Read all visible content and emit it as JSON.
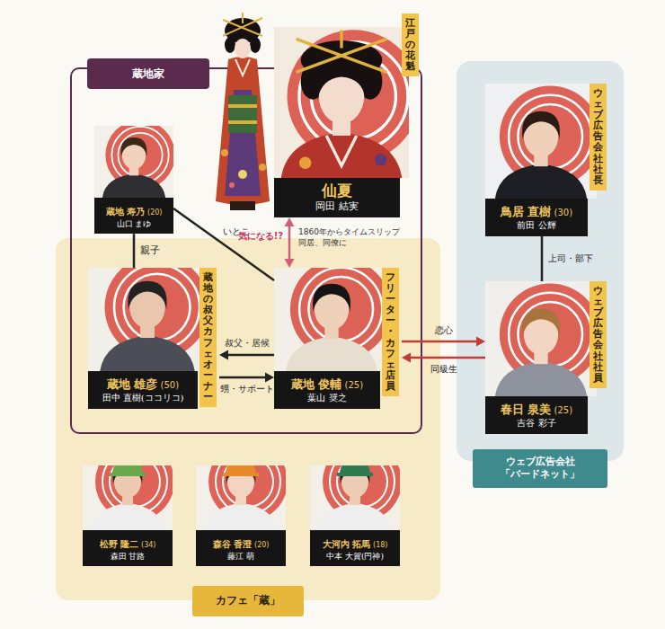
{
  "diagram": {
    "nodes": [
      {
        "text": [
          "蔵地家"
        ]
      },
      {
        "text": [
          "仙夏",
          "岡田 結実",
          "江戸の花魁"
        ]
      },
      {
        "text": [
          "蔵地 寿乃",
          "(20)",
          "山口 まゆ"
        ],
        "in": 0
      },
      {
        "text": [
          "蔵地 雄彦",
          "(50)",
          "田中 直樹(ココリコ)",
          "蔵地の叔父 カフェオーナー"
        ],
        "in": 0
      },
      {
        "text": [
          "蔵地 俊輔",
          "(25)",
          "葉山 奨之",
          "フリーター・カフェ店員"
        ],
        "in": 0
      },
      {
        "text": [
          "ウェブ広告会社「バードネット」"
        ]
      },
      {
        "text": [
          "鳥居 直樹",
          "(30)",
          "前田 公輝",
          "ウェブ広告会社社長"
        ],
        "in": 5
      },
      {
        "text": [
          "春日 泉美",
          "(25)",
          "吉谷 彩子",
          "ウェブ広告会社社員"
        ],
        "in": 5
      },
      {
        "text": [
          "カフェ「蔵」"
        ]
      },
      {
        "text": [
          "松野 隆二",
          "(34)",
          "森田 甘路"
        ],
        "in": 8
      },
      {
        "text": [
          "森谷 香澄",
          "(20)",
          "藤江 萌"
        ],
        "in": 8
      },
      {
        "text": [
          "大河内 拓馬",
          "(18)",
          "中本 大賀(円神)"
        ],
        "in": 8
      }
    ],
    "edges": [
      {
        "from": 2,
        "to": 3,
        "label": "親子",
        "arrow": "none"
      },
      {
        "from": 2,
        "to": 4,
        "label": "いとこ",
        "arrow": "none"
      },
      {
        "from": 1,
        "to": 4,
        "label": "気になる!?",
        "arrow": "both"
      },
      {
        "from": 4,
        "to": 3,
        "label": "叔父・居候",
        "arrow": "to"
      },
      {
        "from": 3,
        "to": 4,
        "label": "甥・サポート",
        "arrow": "to"
      },
      {
        "from": 4,
        "to": 7,
        "label": "恋心",
        "arrow": "to"
      },
      {
        "from": 7,
        "to": 4,
        "label": "同級生",
        "arrow": "to"
      },
      {
        "from": 6,
        "to": 7,
        "label": "上司・部下",
        "arrow": "none"
      }
    ],
    "labels": [
      "1860年からタイムスリップ 同居、同僚に"
    ]
  }
}
